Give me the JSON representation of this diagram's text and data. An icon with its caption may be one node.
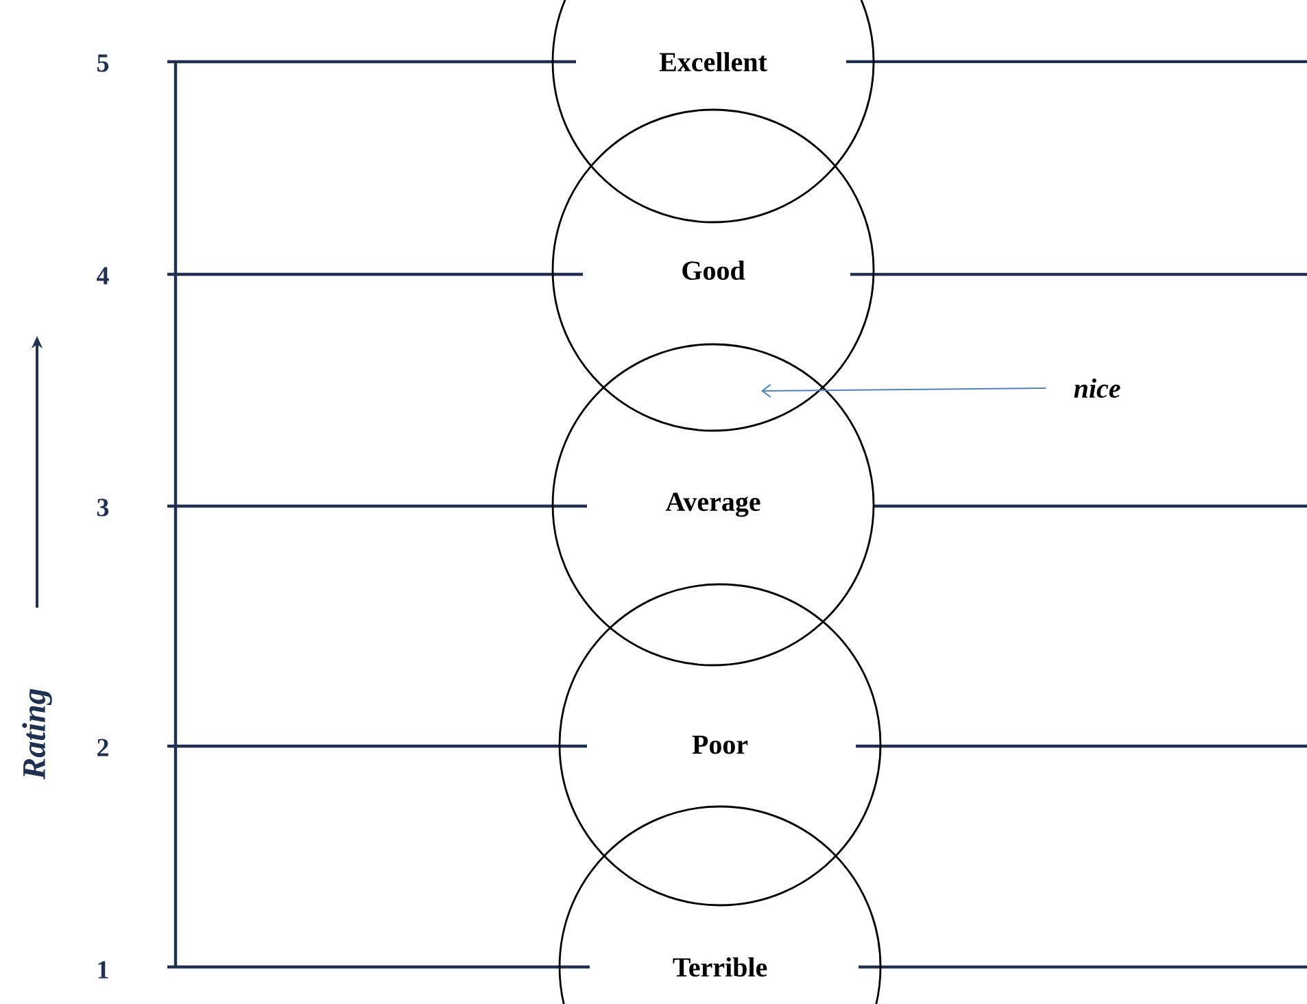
{
  "diagram": {
    "nodes": [
      {
        "text": [
          "Excellent"
        ]
      },
      {
        "text": [
          "Good"
        ]
      },
      {
        "text": [
          "Average"
        ]
      },
      {
        "text": [
          "Poor"
        ]
      },
      {
        "text": [
          "Terrible"
        ]
      },
      {
        "text": [
          "nice"
        ]
      }
    ],
    "edges": [
      {
        "from": 5,
        "to": 1,
        "arrow": "to",
        "color": "#4f81bd"
      }
    ],
    "labels": [
      "5",
      "4",
      "3",
      "2",
      "1",
      "Rating"
    ]
  }
}
